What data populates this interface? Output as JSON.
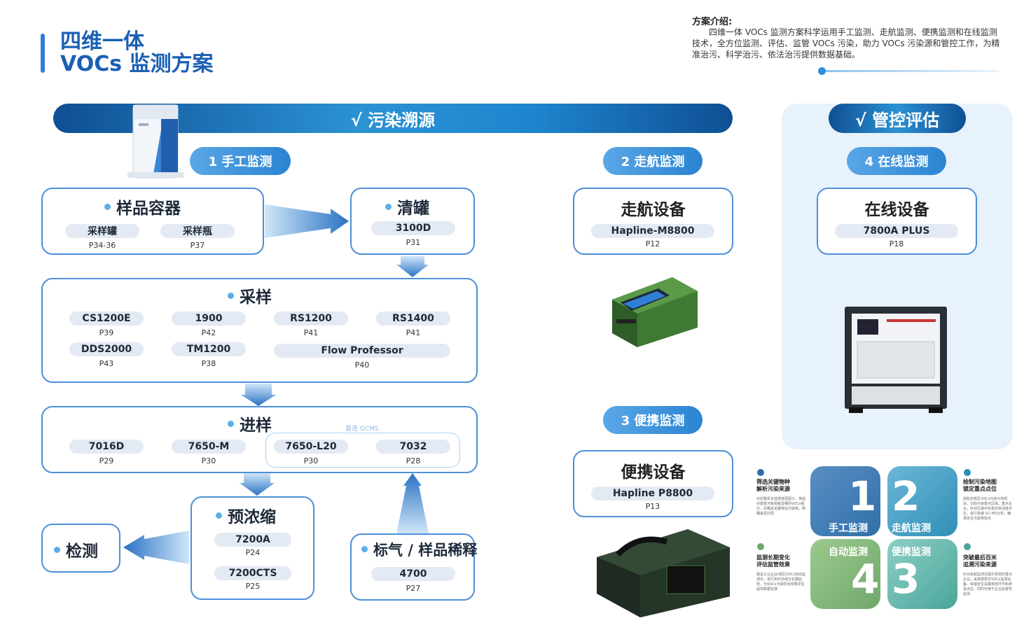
{
  "title": {
    "line1": "四维一体",
    "line2": "VOCs 监测方案"
  },
  "intro": {
    "label": "方案介绍:",
    "text": "四维一体 VOCs 监测方案科学运用手工监测、走航监测、便携监测和在线监测技术，全方位监测、评估、监管 VOCs 污染，助力 VOCs 污染源和管控工作，为精准治污、科学治污、依法治污提供数据基础。"
  },
  "banners": {
    "pollution": "√ 污染溯源",
    "control": "√ 管控评估"
  },
  "sections": {
    "manual": "1 手工监测",
    "mobile": "2 走航监测",
    "portable": "3 便携监测",
    "online": "4 在线监测"
  },
  "container": {
    "title": "样品容器",
    "items": [
      {
        "name": "采样罐",
        "page": "P34-36"
      },
      {
        "name": "采样瓶",
        "page": "P37"
      }
    ]
  },
  "cleaning": {
    "title": "清罐",
    "items": [
      {
        "name": "3100D",
        "page": "P31"
      }
    ]
  },
  "sampling": {
    "title": "采样",
    "items": [
      {
        "name": "CS1200E",
        "page": "P39"
      },
      {
        "name": "1900",
        "page": "P42"
      },
      {
        "name": "RS1200",
        "page": "P41"
      },
      {
        "name": "RS1400",
        "page": "P41"
      },
      {
        "name": "DDS2000",
        "page": "P43"
      },
      {
        "name": "TM1200",
        "page": "P38"
      },
      {
        "name": "Flow Professor",
        "page": "P40"
      }
    ]
  },
  "injection": {
    "title": "进样",
    "gcms_label": "直连 GCMS",
    "items": [
      {
        "name": "7016D",
        "page": "P29"
      },
      {
        "name": "7650-M",
        "page": "P30"
      },
      {
        "name": "7650-L20",
        "page": "P30"
      },
      {
        "name": "7032",
        "page": "P28"
      }
    ]
  },
  "preconcentration": {
    "title": "预浓缩",
    "items": [
      {
        "name": "7200A",
        "page": "P24"
      },
      {
        "name": "7200CTS",
        "page": "P25"
      }
    ]
  },
  "detection": {
    "title": "检测"
  },
  "dilution": {
    "title": "标气 / 样品稀释",
    "items": [
      {
        "name": "4700",
        "page": "P27"
      }
    ]
  },
  "mobile_device": {
    "title": "走航设备",
    "model": "Hapline-M8800",
    "page": "P12"
  },
  "portable_device": {
    "title": "便携设备",
    "model": "Hapline P8800",
    "page": "P13"
  },
  "online_device": {
    "title": "在线设备",
    "model": "7800A PLUS",
    "page": "P18"
  },
  "grid": {
    "tiles": [
      {
        "num": "1",
        "label": "手工监测",
        "color": "#2f6fa8"
      },
      {
        "num": "2",
        "label": "走航监测",
        "color": "#2f8fb5"
      },
      {
        "num": "4",
        "label": "自动监测",
        "color": "#6fa86a"
      },
      {
        "num": "3",
        "label": "便携监测",
        "color": "#4aa59a"
      }
    ],
    "notes": [
      {
        "head": "筛选关键物种\n解析污染来源",
        "text": "识别重氮化成排放源因子，筛选对重复污染贡献显著的VOCs组分，并确定关键特征污染物，明确来源分配",
        "color": "#2f6fa8"
      },
      {
        "head": "绘制污染地图\n锁定重点点位",
        "text": "获取全街区VOCs污染分布现状，识别污染重点区域，重点企业，针对区域中突发的高浓度点位，进行快速 GC-MS分析，精准定位污染排放点",
        "color": "#2f8fb5"
      },
      {
        "head": "监测长期变化\n评估监管效果",
        "text": "建设工业企业/城区VOCs自动监测点，进行实时多组分长期监控，为VOCs污染防治效果评估提供数据支撑",
        "color": "#6fa86a"
      },
      {
        "head": "突破最后百米\n追溯污染来源",
        "text": "针对走航监测过程中发现的重点企业，采用便携式VOCs监测设备，快速定位关键排放环节和排放点位，同时可用于企业监督性监测",
        "color": "#4aa59a"
      }
    ]
  }
}
